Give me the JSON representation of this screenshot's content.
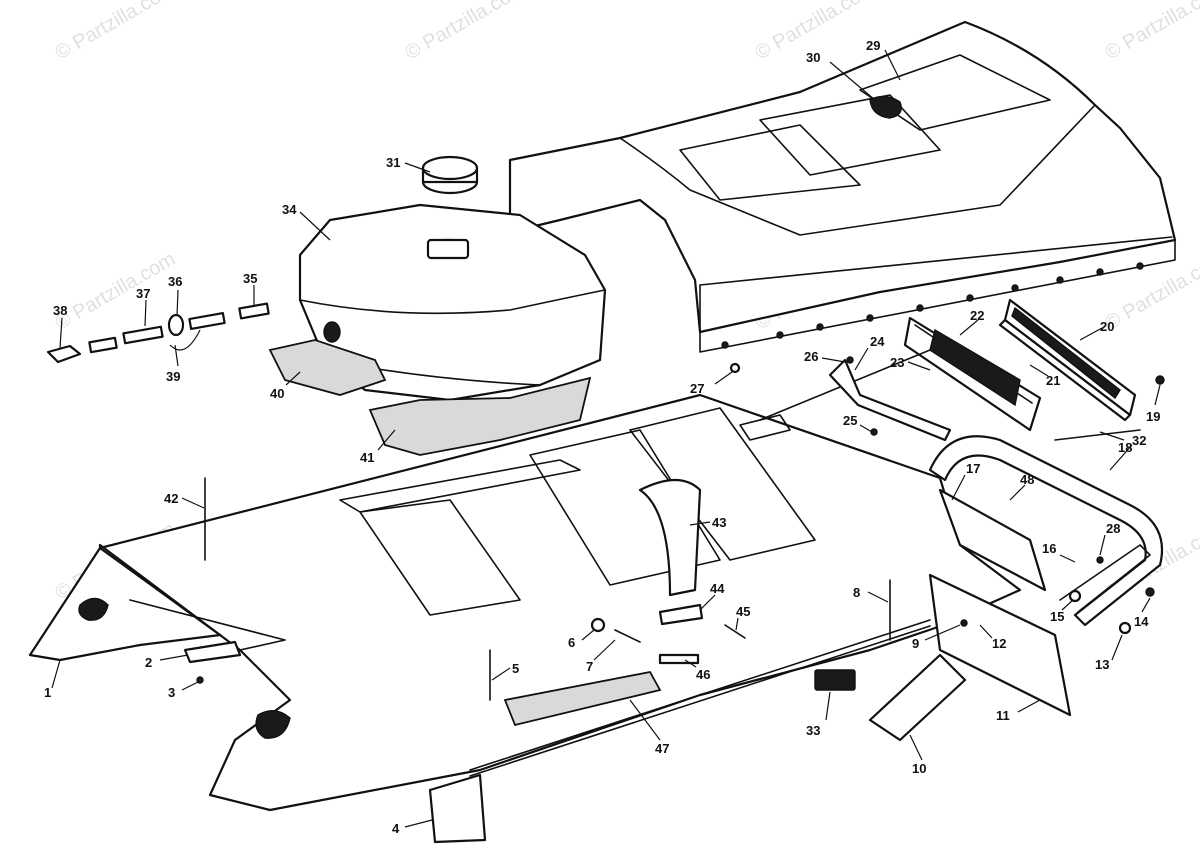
{
  "watermark": "© Partzilla.com",
  "callouts": [
    {
      "n": "1"
    },
    {
      "n": "2"
    },
    {
      "n": "3"
    },
    {
      "n": "4"
    },
    {
      "n": "5"
    },
    {
      "n": "6"
    },
    {
      "n": "7"
    },
    {
      "n": "8"
    },
    {
      "n": "9"
    },
    {
      "n": "10"
    },
    {
      "n": "11"
    },
    {
      "n": "12"
    },
    {
      "n": "13"
    },
    {
      "n": "14"
    },
    {
      "n": "15"
    },
    {
      "n": "16"
    },
    {
      "n": "17"
    },
    {
      "n": "18"
    },
    {
      "n": "19"
    },
    {
      "n": "20"
    },
    {
      "n": "21"
    },
    {
      "n": "22"
    },
    {
      "n": "23"
    },
    {
      "n": "24"
    },
    {
      "n": "25"
    },
    {
      "n": "26"
    },
    {
      "n": "27"
    },
    {
      "n": "28"
    },
    {
      "n": "29"
    },
    {
      "n": "30"
    },
    {
      "n": "31"
    },
    {
      "n": "32"
    },
    {
      "n": "33"
    },
    {
      "n": "34"
    },
    {
      "n": "35"
    },
    {
      "n": "36"
    },
    {
      "n": "37"
    },
    {
      "n": "38"
    },
    {
      "n": "39"
    },
    {
      "n": "40"
    },
    {
      "n": "41"
    },
    {
      "n": "42"
    },
    {
      "n": "43"
    },
    {
      "n": "44"
    },
    {
      "n": "45"
    },
    {
      "n": "46"
    },
    {
      "n": "47"
    },
    {
      "n": "48"
    }
  ]
}
